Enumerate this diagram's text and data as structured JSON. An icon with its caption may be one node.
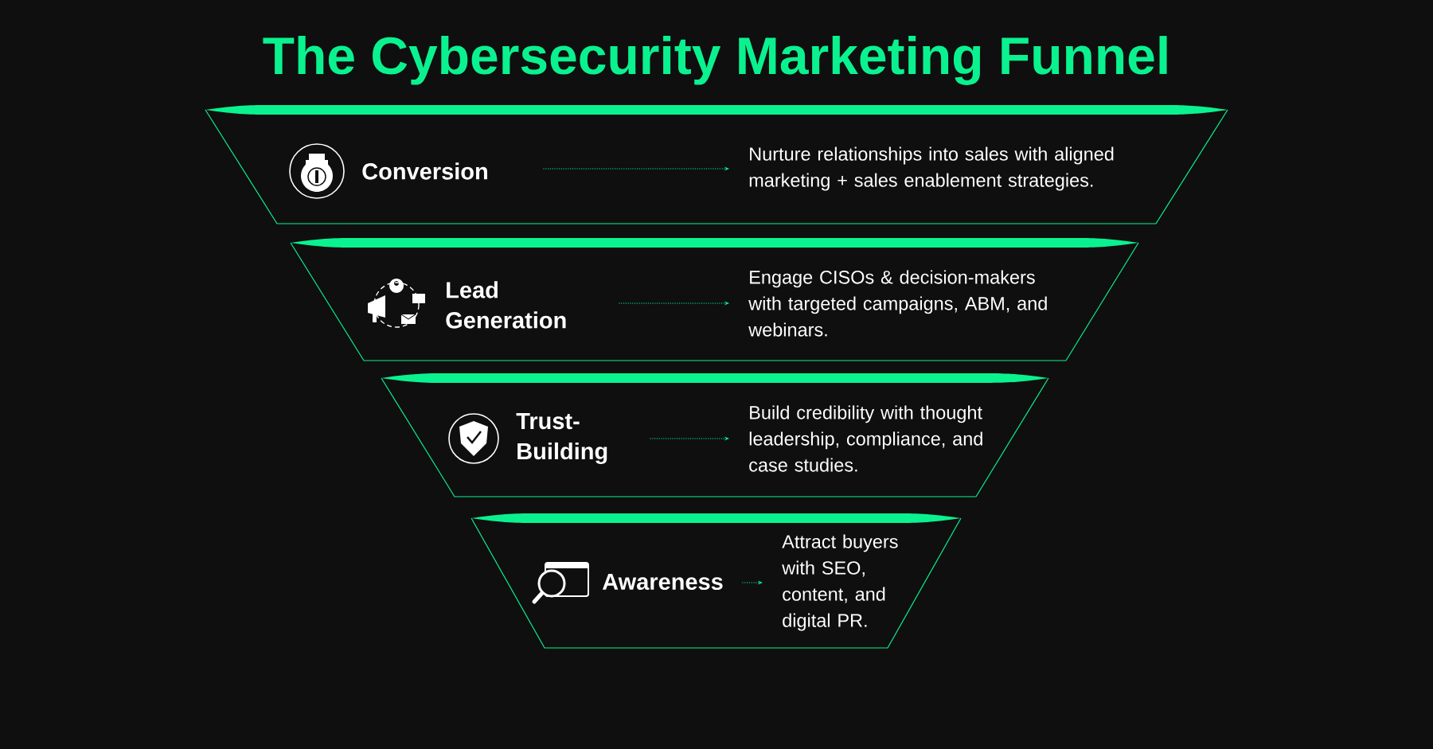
{
  "diagram": {
    "title": "The Cybersecurity Marketing Funnel",
    "nodes": [
      {
        "text": [],
        "shape": "trapezoid"
      },
      {
        "text": [
          "Conversion"
        ],
        "in": 0
      },
      {
        "text": [
          "Nurture relationships into sales with aligned marketing + sales enablement strategies."
        ],
        "in": 0
      },
      {
        "text": [],
        "shape": "trapezoid"
      },
      {
        "text": [
          "Lead Generation"
        ],
        "in": 3
      },
      {
        "text": [
          "Engage CISOs & decision-makers with targeted campaigns, ABM, and webinars."
        ],
        "in": 3
      },
      {
        "text": [],
        "shape": "trapezoid"
      },
      {
        "text": [
          "Trust-Building"
        ],
        "in": 6
      },
      {
        "text": [
          "Build credibility with thought leadership, compliance, and case studies."
        ],
        "in": 6
      },
      {
        "text": [],
        "shape": "trapezoid"
      },
      {
        "text": [
          "Awareness"
        ],
        "in": 9
      },
      {
        "text": [
          "Attract buyers with SEO, content, and digital PR."
        ],
        "in": 9
      }
    ],
    "edges": [
      {
        "from": 1,
        "to": 2,
        "arrow": "to",
        "style": "dashed"
      },
      {
        "from": 4,
        "to": 5,
        "arrow": "to",
        "style": "dashed"
      },
      {
        "from": 7,
        "to": 8,
        "arrow": "to",
        "style": "dashed"
      },
      {
        "from": 10,
        "to": 11,
        "arrow": "to",
        "style": "dashed"
      }
    ]
  }
}
